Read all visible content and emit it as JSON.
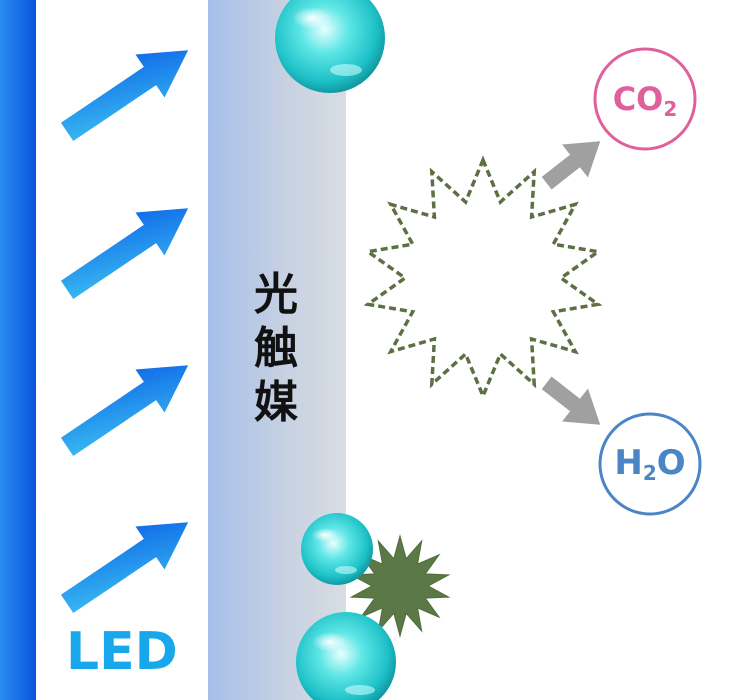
{
  "labels": {
    "catalyst": [
      "光",
      "触",
      "媒"
    ],
    "led": "LED",
    "co2": {
      "main": "CO",
      "sub": "2"
    },
    "h2o": {
      "h": "H",
      "sub": "2",
      "o": "O"
    }
  },
  "icons": {
    "light_arrows": "arrow-up-right-icon",
    "product_arrows": "arrow-icon",
    "pollutant_dashed": "spiky-starburst-dashed-icon",
    "pollutant_solid": "spiky-starburst-icon",
    "bubbles": "sphere-icon"
  },
  "colors": {
    "led_strip": "#1266e6",
    "light_arrow_start": "#37c0f0",
    "light_arrow_end": "#0a5ee8",
    "catalyst_left": "#a9c1ea",
    "catalyst_right": "#d5dbe1",
    "bubble": "#2fd8d8",
    "pollutant_fill": "#5c7a47",
    "pollutant_dashed_stroke": "#5d7044",
    "product_arrow": "#a0a0a0",
    "co2": "#e0609c",
    "h2o": "#4a85c6",
    "led_text": "#19a7ec"
  }
}
